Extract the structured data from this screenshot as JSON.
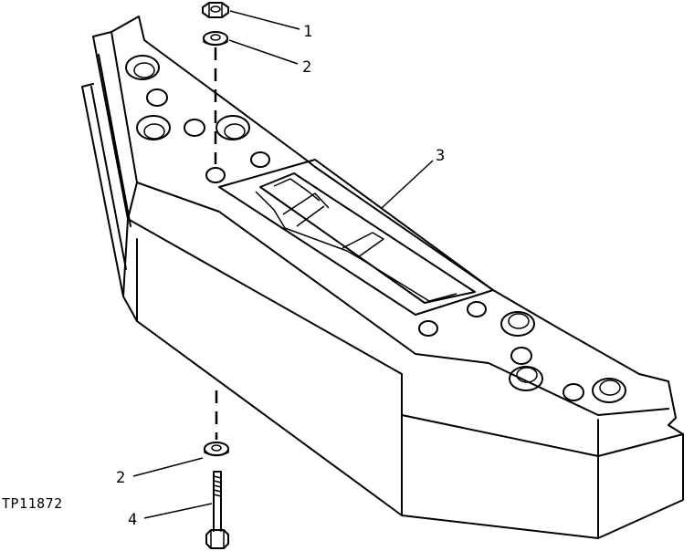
{
  "callouts": {
    "nut": "1",
    "washer_top": "2",
    "weight": "3",
    "washer_bottom": "2",
    "bolt": "4"
  },
  "figure_code": "TP11872"
}
